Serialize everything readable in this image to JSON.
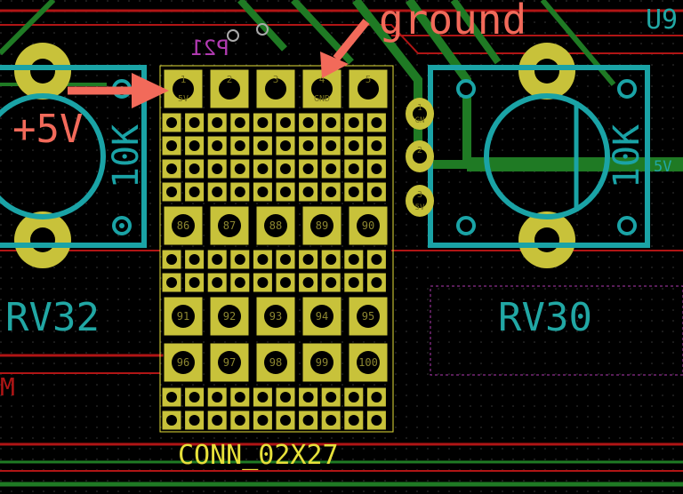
{
  "colors": {
    "background": "#000000",
    "copper_red": "#b01515",
    "copper_green": "#1f7a24",
    "pad_fill": "#c8c23a",
    "pad_hole": "#000000",
    "outline_teal": "#1aa3a6",
    "silkscreen": "#e6e03a",
    "fab_magenta": "#b03ab0",
    "annotation": "#f26a5a",
    "text_teal": "#21a7a4"
  },
  "annotations": {
    "ground_label": "ground",
    "plus5v_label": "+5V"
  },
  "designators": {
    "u9": "U9",
    "p21": "P21",
    "rv32": "RV32",
    "rv30": "RV30",
    "conn": "CONN_02X27",
    "m_partial": "M"
  },
  "potentiometers": {
    "left_value": "10K",
    "right_value": "10K"
  },
  "header_top_pins": [
    {
      "num": "1",
      "name": "5V"
    },
    {
      "num": "2",
      "name": ""
    },
    {
      "num": "3",
      "name": ""
    },
    {
      "num": "4",
      "name": "GND"
    },
    {
      "num": "5",
      "name": ""
    }
  ],
  "big_pad_rows": [
    [
      "86",
      "87",
      "88",
      "89",
      "90"
    ],
    [
      "91",
      "92",
      "93",
      "94",
      "95"
    ],
    [
      "96",
      "97",
      "98",
      "99",
      "100"
    ]
  ],
  "side_pads": [
    {
      "num": "1",
      "name": "GN"
    },
    {
      "num": "2",
      "name": ""
    },
    {
      "num": "3",
      "name": "5V"
    }
  ],
  "right_edge_label": "5V"
}
